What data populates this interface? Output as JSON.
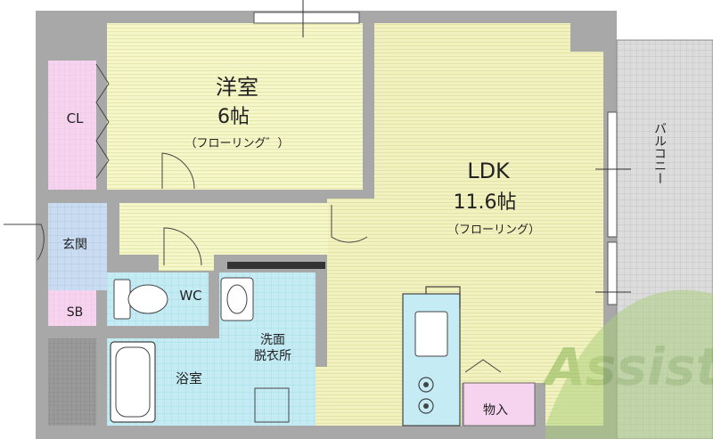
{
  "rooms": {
    "western": {
      "name": "洋室",
      "size": "6帖",
      "floor": "（フローリング゛）"
    },
    "ldk": {
      "name": "LDK",
      "size": "11.6帖",
      "floor": "（フローリング）"
    },
    "closet": {
      "name": "CL"
    },
    "entrance": {
      "name": "玄関"
    },
    "shoebox": {
      "name": "SB"
    },
    "toilet": {
      "name": "WC"
    },
    "washroom": {
      "line1": "洗面",
      "line2": "脱衣所"
    },
    "bath": {
      "name": "浴室"
    },
    "storage": {
      "name": "物入"
    },
    "balcony": {
      "name": "バルコニー"
    }
  },
  "watermark": {
    "text": "Assist"
  },
  "colors": {
    "wall": "#a8a8a8",
    "western_floor": "#f6f7c9",
    "ldk_floor": "#f1f2c0",
    "hall_floor": "#f2f3cd",
    "closet": "#f6d3ee",
    "entrance_tile": "#c9dcf1",
    "wet_tile": "#c5ecf4",
    "balcony": "#dcdcdc",
    "watermark": "#7fb04a"
  }
}
